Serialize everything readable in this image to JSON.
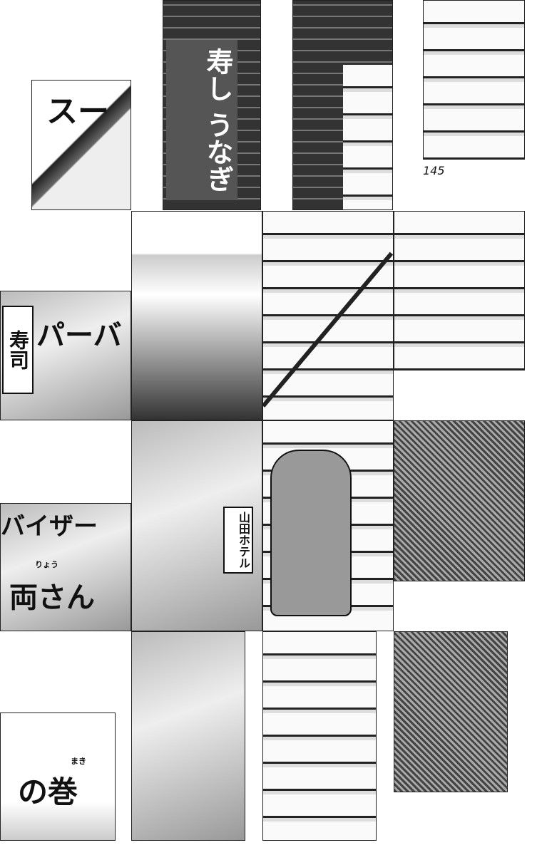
{
  "page_number": "145",
  "texts": {
    "su": "スー",
    "sushi_sign": "寿し うなぎ",
    "para": "パーバ",
    "sushi_shop": "寿司",
    "visor": "バイザー",
    "ryo_ruby": "りょう",
    "ryosan": "両さん",
    "hotel_sign": "山田ホテル",
    "no_maki": "の巻",
    "maki_ruby": "まき"
  }
}
